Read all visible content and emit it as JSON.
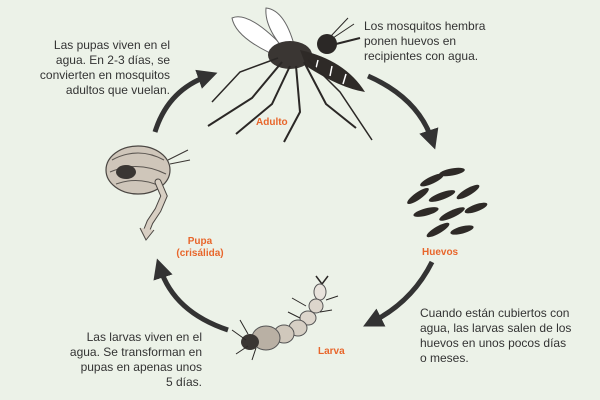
{
  "colors": {
    "background": "#ecf2e8",
    "label": "#e8662b",
    "arrow": "#333333",
    "text": "#333333"
  },
  "stages": {
    "adult": {
      "label": "Adulto",
      "icon": "mosquito-icon"
    },
    "eggs": {
      "label": "Huevos",
      "icon": "eggs-icon"
    },
    "larva": {
      "label": "Larva",
      "icon": "larva-icon"
    },
    "pupa": {
      "label_line1": "Pupa",
      "label_line2": "(crisálida)",
      "icon": "pupa-icon"
    }
  },
  "descriptions": {
    "pupa": [
      "Las pupas viven en el",
      "agua. En 2-3 días, se",
      "convierten en mosquitos",
      "adultos que vuelan."
    ],
    "adult": [
      "Los mosquitos hembra",
      "ponen huevos en",
      "recipientes con agua."
    ],
    "larva": [
      "Las larvas viven en el",
      "agua. Se transforman en",
      "pupas en apenas unos",
      "5 días."
    ],
    "eggs": [
      "Cuando están cubiertos con",
      "agua, las larvas salen de los",
      "huevos en unos pocos días",
      "o meses."
    ]
  }
}
